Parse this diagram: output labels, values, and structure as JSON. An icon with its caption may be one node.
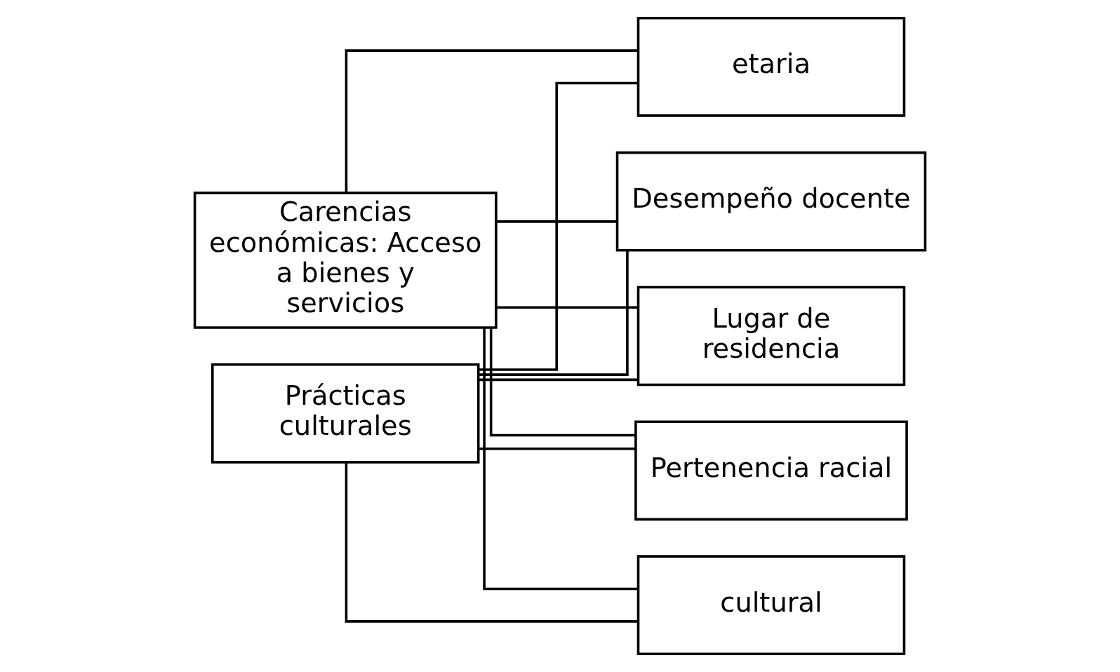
{
  "diagram": {
    "nodes": [
      {
        "text": [
          "Carencias económicas: Acceso a bienes y servicios"
        ]
      },
      {
        "text": [
          "Prácticas culturales"
        ]
      },
      {
        "text": [
          "Desempeño docente"
        ]
      },
      {
        "text": [
          "Lugar de residencia"
        ]
      },
      {
        "text": [
          "Pertenencia racial"
        ]
      },
      {
        "text": [
          "cultural"
        ]
      },
      {
        "text": [
          "etaria"
        ]
      }
    ],
    "edges": [
      {
        "from": 0,
        "to": 2,
        "arrow": "none"
      },
      {
        "from": 0,
        "to": 3,
        "arrow": "none"
      },
      {
        "from": 0,
        "to": 4,
        "arrow": "none"
      },
      {
        "from": 0,
        "to": 5,
        "arrow": "none"
      },
      {
        "from": 0,
        "to": 6,
        "arrow": "none"
      },
      {
        "from": 1,
        "to": 2,
        "arrow": "none"
      },
      {
        "from": 1,
        "to": 3,
        "arrow": "none"
      },
      {
        "from": 1,
        "to": 4,
        "arrow": "none"
      },
      {
        "from": 1,
        "to": 5,
        "arrow": "none"
      },
      {
        "from": 1,
        "to": 6,
        "arrow": "none"
      }
    ]
  }
}
